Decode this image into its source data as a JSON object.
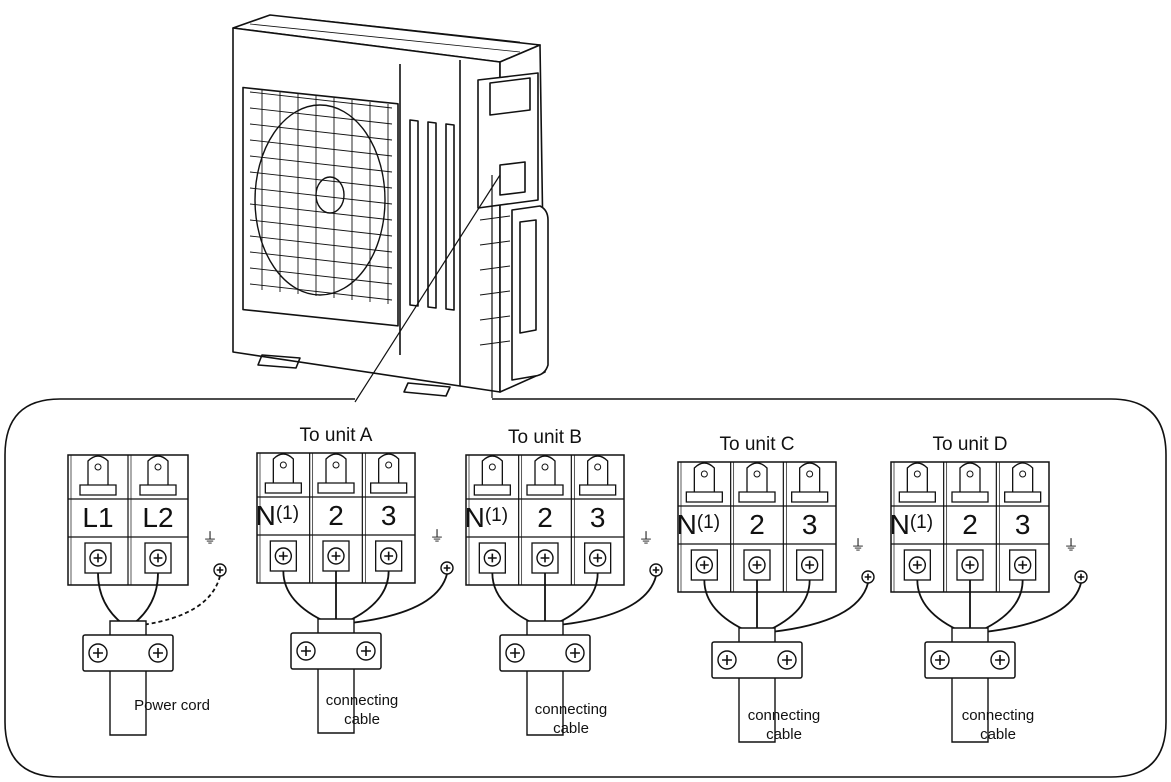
{
  "diagram": {
    "groups": [
      {
        "id": "power",
        "title": "",
        "terminals": [
          [
            "L1",
            ""
          ],
          [
            "L2",
            ""
          ]
        ],
        "caption": [
          "Power cord"
        ]
      },
      {
        "id": "unit-a",
        "title": "To unit A",
        "terminals": [
          [
            "N",
            "(1)"
          ],
          [
            "2",
            ""
          ],
          [
            "3",
            ""
          ]
        ],
        "caption": [
          "connecting",
          "cable"
        ]
      },
      {
        "id": "unit-b",
        "title": "To unit B",
        "terminals": [
          [
            "N",
            "(1)"
          ],
          [
            "2",
            ""
          ],
          [
            "3",
            ""
          ]
        ],
        "caption": [
          "connecting",
          "cable"
        ]
      },
      {
        "id": "unit-c",
        "title": "To unit C",
        "terminals": [
          [
            "N",
            "(1)"
          ],
          [
            "2",
            ""
          ],
          [
            "3",
            ""
          ]
        ],
        "caption": [
          "connecting",
          "cable"
        ]
      },
      {
        "id": "unit-d",
        "title": "To unit D",
        "terminals": [
          [
            "N",
            "(1)"
          ],
          [
            "2",
            ""
          ],
          [
            "3",
            ""
          ]
        ],
        "caption": [
          "connecting",
          "cable"
        ]
      }
    ],
    "ground_symbol": "⏚"
  }
}
